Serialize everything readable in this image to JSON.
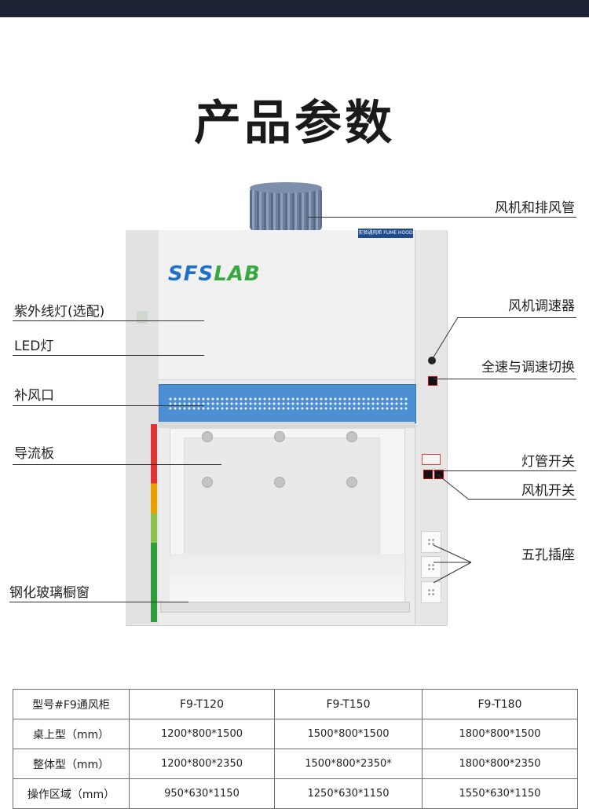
{
  "title": "产品参数",
  "brand": {
    "logo_part1": "SFS",
    "logo_part2": "LAB",
    "tag": "实验通风柜 FUME HOOD"
  },
  "labels_right": {
    "fan_duct": "风机和排风管",
    "speed_controller": "风机调速器",
    "speed_switch": "全速与调速切换",
    "light_switch": "灯管开关",
    "fan_switch": "风机开关",
    "sockets": "五孔插座"
  },
  "labels_left": {
    "uv_lamp": "紫外线灯(选配)",
    "led_lamp": "LED灯",
    "air_supply": "补风口",
    "baffle": "导流板",
    "glass_window": "钢化玻璃橱窗"
  },
  "table": {
    "headers": [
      "型号#F9通风柜",
      "F9-T120",
      "F9-T150",
      "F9-T180"
    ],
    "rows": [
      [
        "桌上型（mm）",
        "1200*800*1500",
        "1500*800*1500",
        "1800*800*1500"
      ],
      [
        "整体型（mm）",
        "1200*800*2350",
        "1500*800*2350*",
        "1800*800*2350"
      ],
      [
        "操作区域（mm）",
        "950*630*1150",
        "1250*630*1150",
        "1550*630*1150"
      ]
    ]
  },
  "colors": {
    "top_bar": "#1e2235",
    "vent_blue": "#4c8fd3",
    "logo_blue": "#1f70c8",
    "logo_green": "#36a93e"
  }
}
